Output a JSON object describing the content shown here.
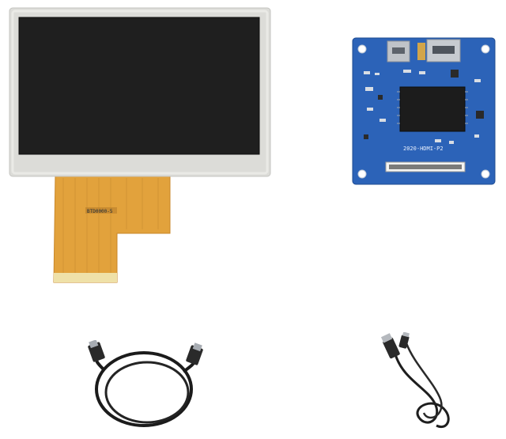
{
  "scene": {
    "background": "#ffffff",
    "items": [
      {
        "name": "lcd-display-panel",
        "description_shown": false
      },
      {
        "name": "hdmi-driver-board",
        "description_shown": false
      },
      {
        "name": "hdmi-cable",
        "description_shown": false
      },
      {
        "name": "usb-cable",
        "description_shown": false
      }
    ]
  },
  "board": {
    "silkscreen_text": "2020-HDMI-P2",
    "pcb_color": "#2c63b8",
    "chip_color": "#1c1c1c"
  },
  "panel": {
    "fpc_color": "#e2a23c",
    "frame_color": "#d9d9d5",
    "screen_color": "#1f1f1f",
    "fpc_marking": "BTD0000-5"
  }
}
